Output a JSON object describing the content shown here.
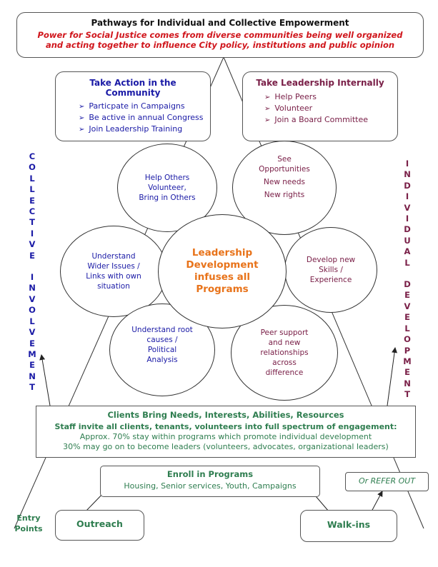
{
  "header": {
    "title": "Pathways for Individual and Collective Empowerment",
    "subtitle_line1": "Power for Social Justice comes from diverse communities being well organized",
    "subtitle_line2": "and acting together to influence City policy, institutions and public opinion"
  },
  "community_box": {
    "title_line1": "Take Action in the",
    "title_line2": "Community",
    "items": [
      "Particpate in Campaigns",
      "Be active in annual Congress",
      "Join Leadership Training"
    ]
  },
  "leadership_box": {
    "title": "Take Leadership Internally",
    "items": [
      "Help Peers",
      "Volunteer",
      "Join a Board Committee"
    ]
  },
  "left_vertical": [
    "C",
    "O",
    "L",
    "L",
    "E",
    "C",
    "T",
    "I",
    "V",
    "E",
    "",
    "I",
    "N",
    "V",
    "O",
    "L",
    "V",
    "E",
    "M",
    "E",
    "N",
    "T"
  ],
  "right_vertical": [
    "I",
    "N",
    "D",
    "I",
    "V",
    "I",
    "D",
    "U",
    "A",
    "L",
    "",
    "D",
    "E",
    "V",
    "E",
    "L",
    "O",
    "P",
    "M",
    "E",
    "N",
    "T"
  ],
  "circles": {
    "center": [
      "Leadership",
      "Development",
      "infuses all",
      "Programs"
    ],
    "help_others": [
      "Help Others",
      "Volunteer,",
      "Bring in Others"
    ],
    "see_opportunities": [
      "See",
      "Opportunities",
      "New needs",
      "New rights"
    ],
    "understand_wider": [
      "Understand",
      "Wider Issues /",
      "Links with own",
      "situation"
    ],
    "develop_skills": [
      "Develop new",
      "Skills /",
      "Experience"
    ],
    "root_causes": [
      "Understand root",
      "causes /",
      "Political",
      "Analysis"
    ],
    "peer_support": [
      "Peer support",
      "and new",
      "relationships",
      "across",
      "difference"
    ]
  },
  "clients_box": {
    "line1": "Clients Bring Needs, Interests, Abilities, Resources",
    "line2": "Staff invite all clients, tenants, volunteers into full spectrum of engagement:",
    "line3": "Approx. 70% stay within programs which promote individual development",
    "line4": "30% may go on to become leaders (volunteers, advocates, organizational leaders)"
  },
  "enroll_box": {
    "title": "Enroll in Programs",
    "items": "Housing, Senior services, Youth, Campaigns"
  },
  "refer_out": "Or REFER OUT",
  "entry_points": [
    "Entry",
    "Points"
  ],
  "outreach": "Outreach",
  "walk_ins": "Walk-ins",
  "colors": {
    "blue": "#1a1aa6",
    "maroon": "#7a2048",
    "green": "#2e7d4f",
    "orange": "#e8731a",
    "red": "#d0161c"
  }
}
